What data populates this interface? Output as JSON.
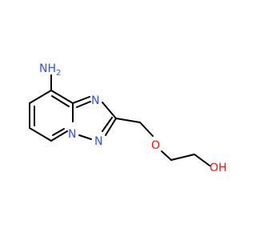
{
  "molecule": {
    "atoms": {
      "amine": "NH",
      "amine_subscript": "2",
      "n_imidazole": "N",
      "n_bridge": "N",
      "n_triazole": "N",
      "ether_o": "O",
      "hydroxyl": "OH"
    },
    "colors": {
      "nitrogen": "#3050F8",
      "oxygen": "#FF0D0D",
      "carbon_bond": "#000000",
      "background": "#FFFFFF"
    }
  }
}
